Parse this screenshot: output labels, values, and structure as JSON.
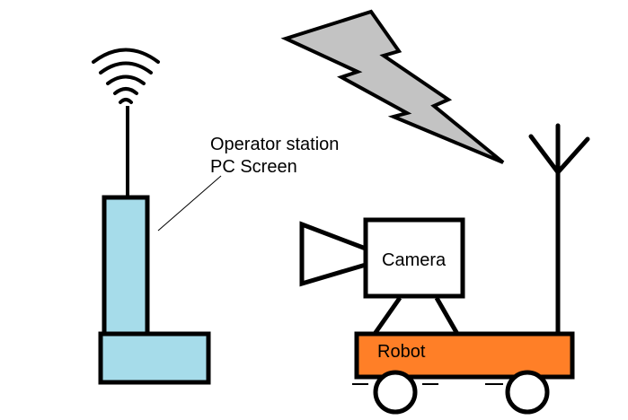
{
  "labels": {
    "operator_line1": "Operator station",
    "operator_line2": "PC Screen",
    "camera": "Camera",
    "robot": "Robot"
  },
  "colors": {
    "pc_fill": "#a6dcea",
    "robot_fill": "#ff7f27",
    "lightning_fill": "#c3c3c3",
    "stroke": "#000000",
    "background": "#ffffff"
  },
  "icons": [
    "wifi-signal-icon",
    "lightning-bolt-icon",
    "robot-antenna-icon",
    "camera-lens-icon"
  ]
}
